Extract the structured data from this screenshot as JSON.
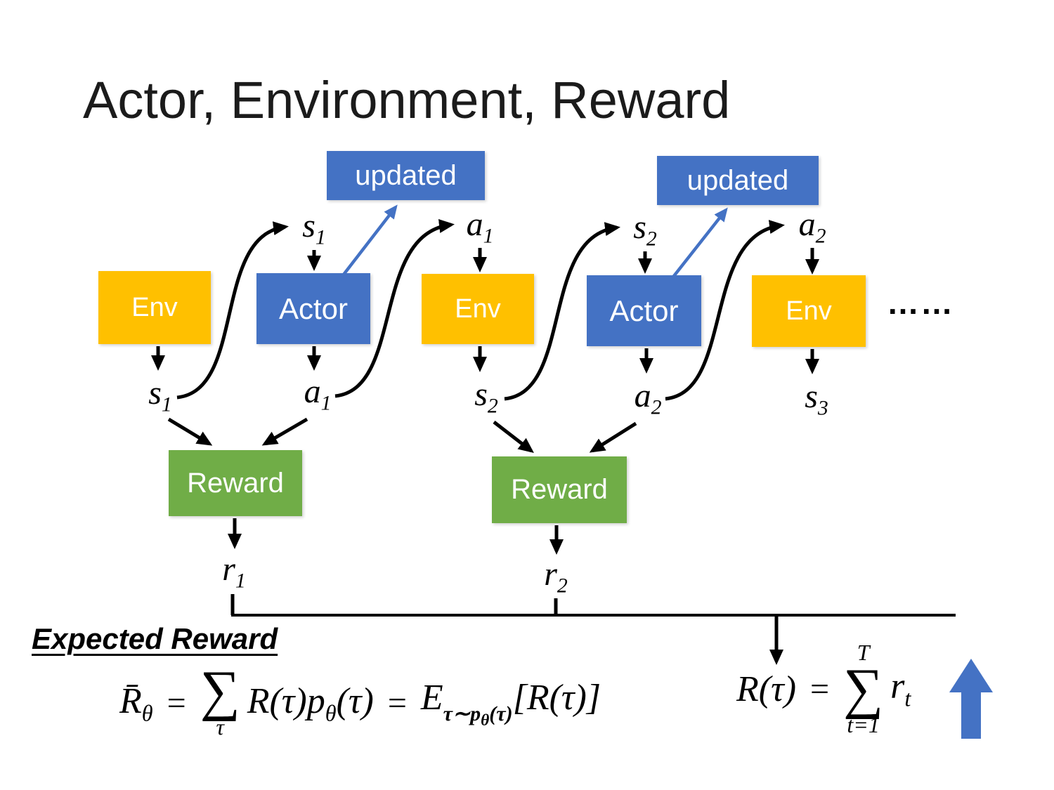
{
  "title": "Actor, Environment, Reward",
  "colors": {
    "env_box": "#FFC000",
    "actor_box": "#4472C4",
    "updated_box": "#4472C4",
    "reward_box": "#70AD47",
    "blue_arrow": "#4472C4",
    "black_arrow": "#000000"
  },
  "boxes": {
    "env1": "Env",
    "actor1": "Actor",
    "env2": "Env",
    "actor2": "Actor",
    "env3": "Env",
    "updated1": "updated",
    "updated2": "updated",
    "reward1": "Reward",
    "reward2": "Reward"
  },
  "ellipsis": "……",
  "math_labels": {
    "s1": {
      "base": "s",
      "sub": "1"
    },
    "a1": {
      "base": "a",
      "sub": "1"
    },
    "s2": {
      "base": "s",
      "sub": "2"
    },
    "a2": {
      "base": "a",
      "sub": "2"
    },
    "s3": {
      "base": "s",
      "sub": "3"
    },
    "r1": {
      "base": "r",
      "sub": "1"
    },
    "r2": {
      "base": "r",
      "sub": "2"
    }
  },
  "expected_reward": {
    "heading": "Expected Reward",
    "formula1": {
      "lhs_base": "R̄",
      "lhs_sub": "θ",
      "eq1": "=",
      "sum": "∑",
      "sum_under": "τ",
      "term": "R(τ)p",
      "term_sub": "θ",
      "term_tail": "(τ)",
      "eq2": "=",
      "E": "E",
      "E_sub_head": "τ∼p",
      "E_sub_theta": "θ",
      "E_sub_tail": "(τ)",
      "bracket": "[R(τ)]"
    },
    "formula2": {
      "lhs": "R(τ)",
      "eq": "=",
      "sum": "∑",
      "sum_over": "T",
      "sum_under": "t=1",
      "term_base": "r",
      "term_sub": "t"
    }
  }
}
